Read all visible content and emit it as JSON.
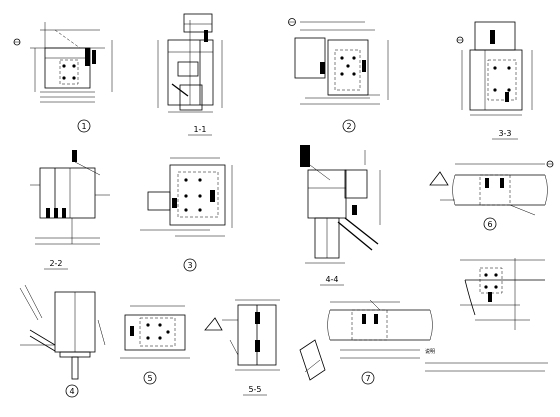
{
  "labels": {
    "d1": "1",
    "d11": "1-1",
    "d2": "2",
    "d33": "3-3",
    "d22": "2-2",
    "d3": "3",
    "d44": "4-4",
    "d6": "6",
    "d4": "4",
    "d5": "5",
    "d55": "5-5",
    "d7": "7"
  },
  "notes": {
    "heading": "说明"
  }
}
